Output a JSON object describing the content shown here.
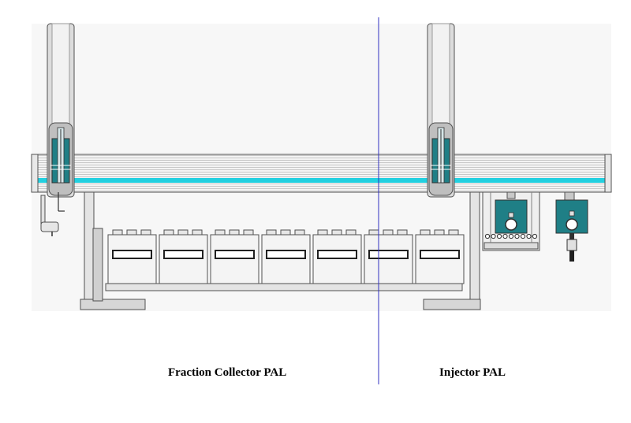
{
  "labels": {
    "left_section": "Fraction Collector PAL",
    "right_section": "Injector PAL"
  },
  "components": {
    "x_axis_rail": "horizontal-rail",
    "left_tower": "fraction-collector-arm",
    "right_tower": "injector-arm",
    "tray_count": 7,
    "valve_count": 2
  },
  "colors": {
    "rail_accent": "#22d0e0",
    "module_teal": "#1f7f86",
    "divider": "#3030c0",
    "frame_gray": "#d8d8d8",
    "outline": "#505050"
  }
}
